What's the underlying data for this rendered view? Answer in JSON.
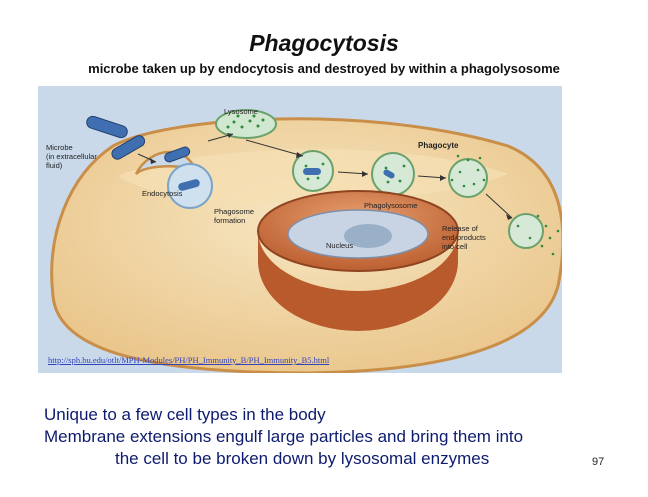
{
  "slide": {
    "title": "Phagocytosis",
    "subtitle": "microbe taken up by endocytosis and destroyed by within a phagolysosome",
    "page_number": "97"
  },
  "figure": {
    "labels": {
      "microbe": [
        "Microbe",
        "(in extracellular",
        "fluid)"
      ],
      "lysosome": "Lysosome",
      "phagocyte": "Phagocyte",
      "endocytosis": "Endocytosis",
      "phagosome": [
        "Phagosome",
        "formation"
      ],
      "phagolysosome": "Phagolysosome",
      "nucleus": "Nucleus",
      "release": [
        "Release of",
        "end-products",
        "into cell"
      ]
    },
    "source_url": "http://sph.bu.edu/otlt/MPH-Modules/PH/PH_Immunity_B/PH_Immunity_B5.html",
    "colors": {
      "background": "#c9d9ea",
      "cell": "#f0d7a6",
      "cell_edge": "#c98e48",
      "nucleus": "#c96a3a",
      "microbe": "#3f6fb0"
    }
  },
  "caption": {
    "line1": "Unique to a few cell types in the body",
    "line2": "Membrane extensions engulf large particles and bring them into",
    "line3": "the cell to be broken down by lysosomal enzymes"
  }
}
